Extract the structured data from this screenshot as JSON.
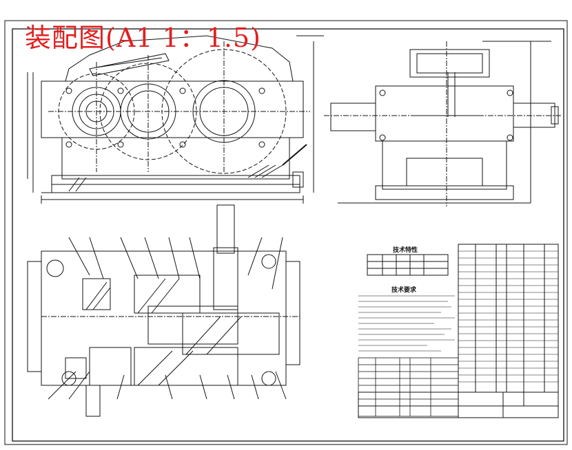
{
  "title": "装配图(A1 1：1.5)",
  "colors": {
    "line": "#111111",
    "title_red": "#e02020",
    "paper": "#ffffff"
  },
  "table_headers": {
    "meshing_params": "技术特性",
    "tech_requirements": "技术要求"
  }
}
